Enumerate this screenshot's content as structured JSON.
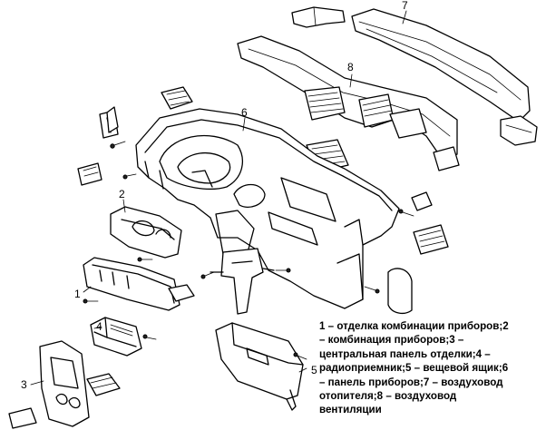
{
  "callouts": {
    "c1": "1",
    "c2": "2",
    "c3": "3",
    "c4": "4",
    "c5": "5",
    "c6": "6",
    "c7": "7",
    "c8": "8"
  },
  "caption_lines": [
    "1 – отделка комбинации приборов;2",
    "– комбинация приборов;3 –",
    "центральная панель отделки;4 –",
    "радиоприемник;5 – вещевой ящик;6",
    "– панель приборов;7 – воздуховод",
    "отопителя;8 – воздуховод",
    "вентиляции"
  ]
}
